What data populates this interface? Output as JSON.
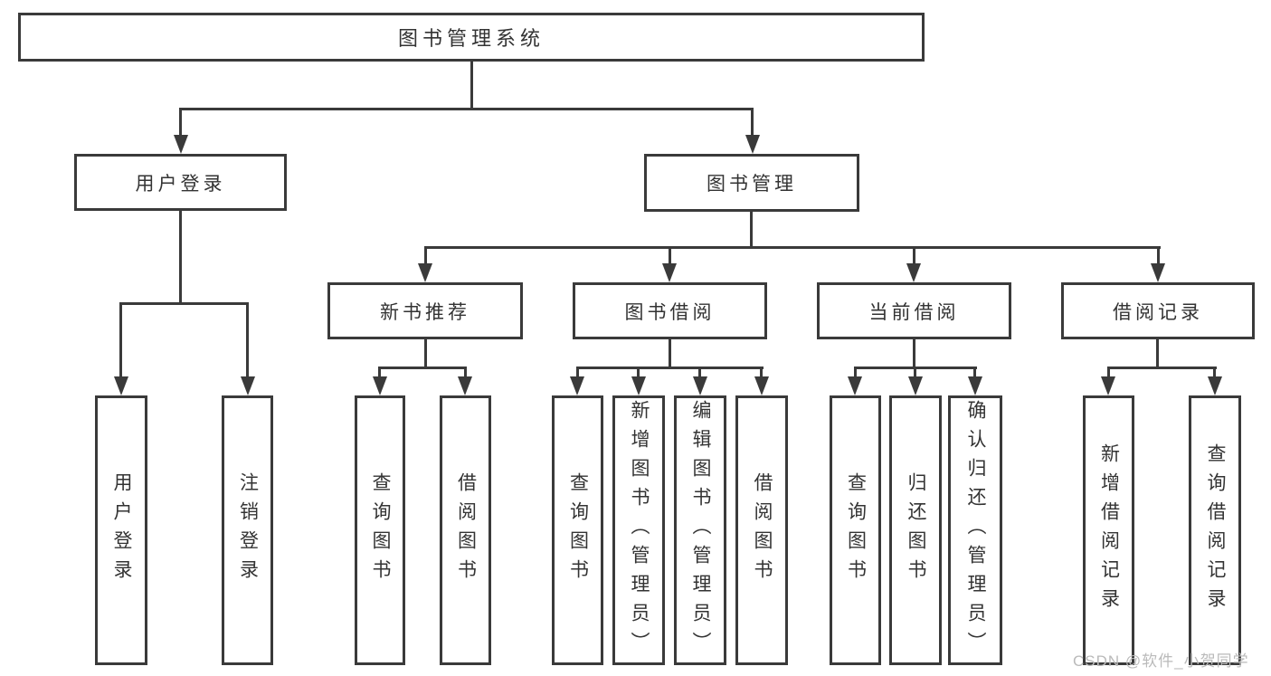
{
  "diagram": {
    "root": {
      "label": "图书管理系统",
      "children": [
        {
          "label": "用户登录",
          "children": [
            {
              "label": "用户登录"
            },
            {
              "label": "注销登录"
            }
          ]
        },
        {
          "label": "图书管理",
          "children": [
            {
              "label": "新书推荐",
              "children": [
                {
                  "label": "查询图书"
                },
                {
                  "label": "借阅图书"
                }
              ]
            },
            {
              "label": "图书借阅",
              "children": [
                {
                  "label": "查询图书"
                },
                {
                  "label": "新增图书（管理员）"
                },
                {
                  "label": "编辑图书（管理员）"
                },
                {
                  "label": "借阅图书"
                }
              ]
            },
            {
              "label": "当前借阅",
              "children": [
                {
                  "label": "查询图书"
                },
                {
                  "label": "归还图书"
                },
                {
                  "label": "确认归还（管理员）"
                }
              ]
            },
            {
              "label": "借阅记录",
              "children": [
                {
                  "label": "新增借阅记录"
                },
                {
                  "label": "查询借阅记录"
                }
              ]
            }
          ]
        }
      ]
    }
  },
  "watermark": {
    "text": "CSDN @软件_小贺同学"
  },
  "colors": {
    "line": "#3a3a3a",
    "text": "#333333",
    "watermark": "#bababa",
    "background": "#ffffff"
  }
}
